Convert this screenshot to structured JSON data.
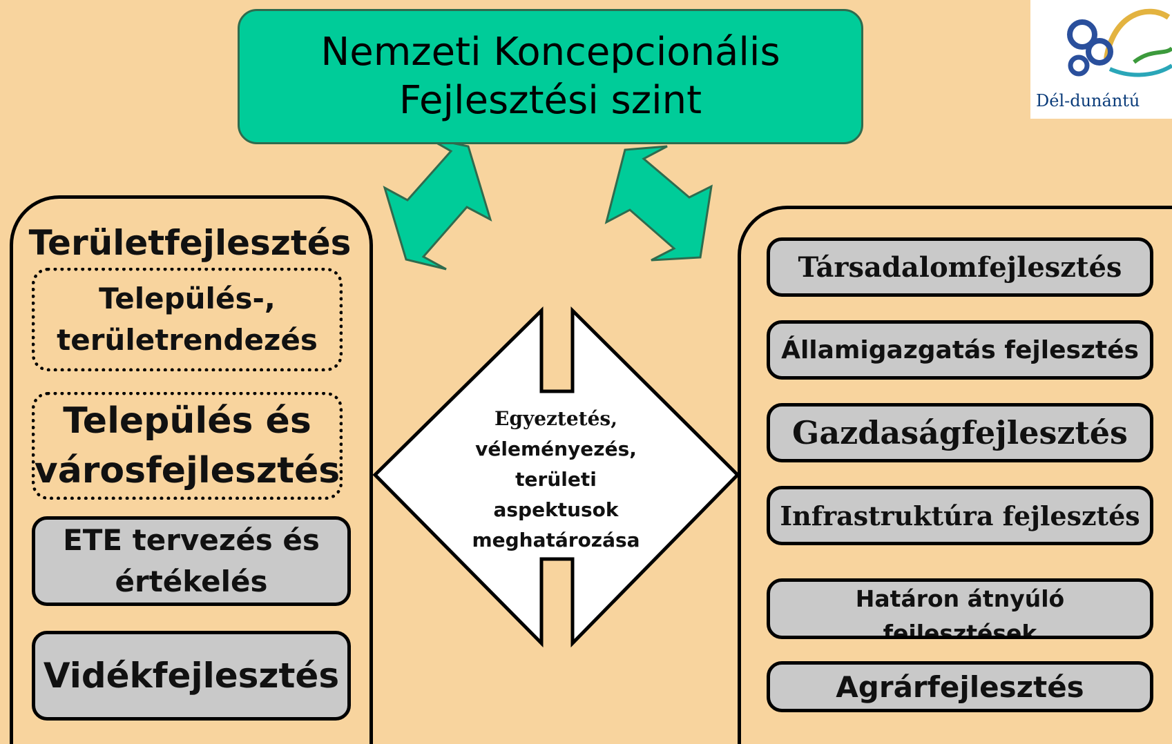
{
  "top": {
    "line1": "Nemzeti Koncepcionális",
    "line2": "Fejlesztési szint"
  },
  "logo": {
    "text": "Dél-dunántú"
  },
  "left": {
    "title": "Területfejlesztés",
    "items": [
      {
        "line1": "Település-,",
        "line2": "területrendezés"
      },
      {
        "line1": "Település és",
        "line2": "városfejlesztés"
      },
      {
        "line1": "ETE tervezés és",
        "line2": "értékelés"
      },
      {
        "line1": "Vidékfejlesztés"
      }
    ]
  },
  "center": {
    "line1": "Egyeztetés,",
    "line2": "véleményezés,",
    "line3": "területi",
    "line4": "aspektusok",
    "line5": "meghatározása"
  },
  "right": {
    "items": [
      "Társadalomfejlesztés",
      "Államigazgatás fejlesztés",
      "Gazdaságfejlesztés",
      "Infrastruktúra fejlesztés",
      "Határon átnyúló fejlesztések",
      "Agrárfejlesztés"
    ],
    "item4_line1": "Határon átnyúló",
    "item4_line2": "fejlesztések"
  },
  "colors": {
    "background": "#f8d49e",
    "accent": "#00cc99",
    "box_gray": "#c9c9c9"
  }
}
